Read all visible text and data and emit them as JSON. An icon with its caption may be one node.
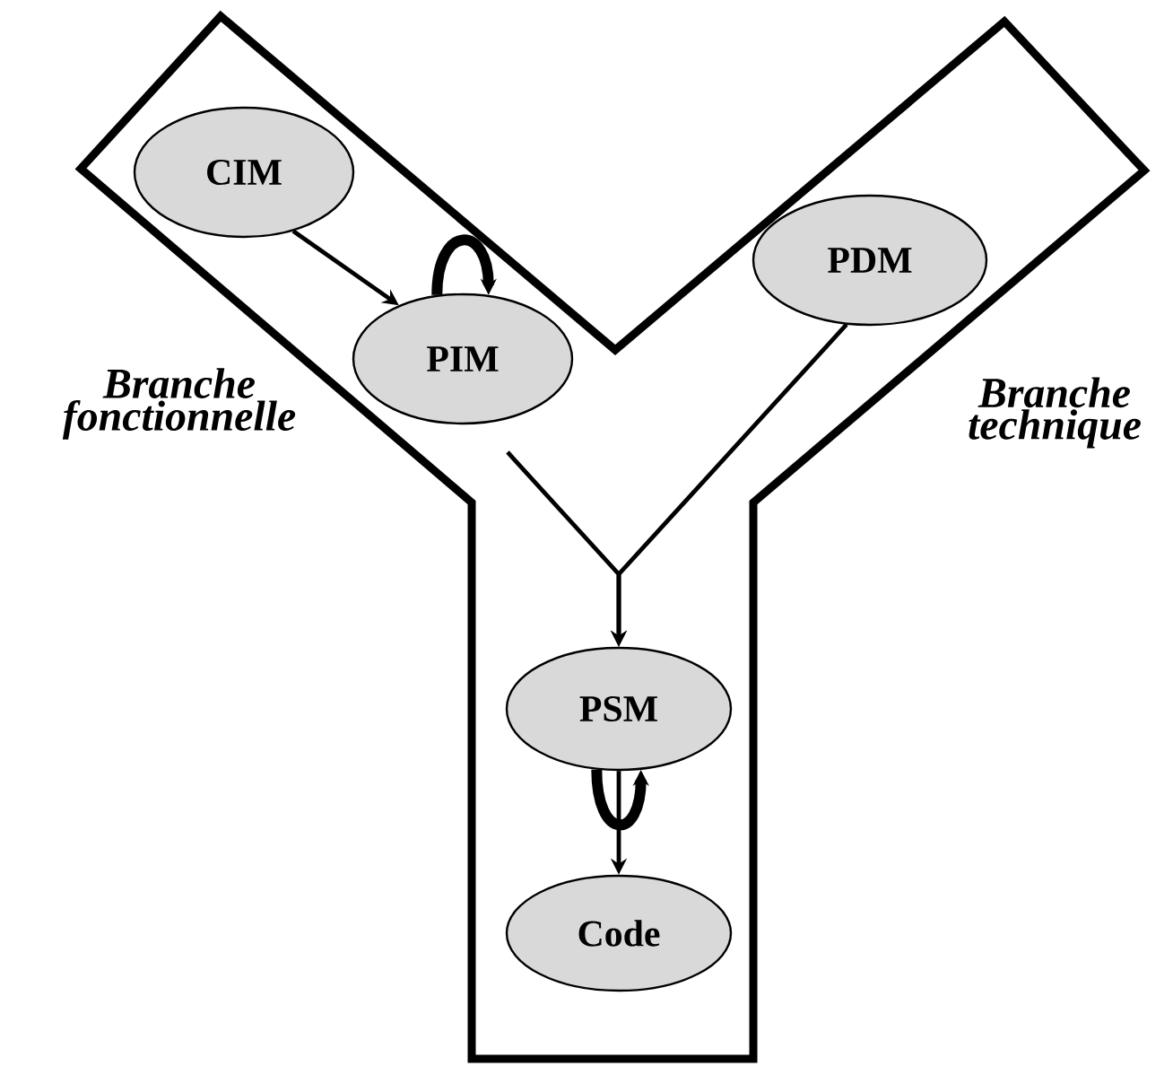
{
  "diagram": {
    "nodes": [
      {
        "text": [
          "CIM"
        ]
      },
      {
        "text": [
          "PIM"
        ]
      },
      {
        "text": [
          "PDM"
        ]
      },
      {
        "text": [
          "PSM"
        ]
      },
      {
        "text": [
          "Code"
        ]
      }
    ],
    "edges": [
      {
        "from": 0,
        "to": 1,
        "arrow": "to"
      },
      {
        "from": 1,
        "to": 1,
        "arrow": "to",
        "style": "thick"
      },
      {
        "from": 1,
        "to": 3,
        "arrow": "to"
      },
      {
        "from": 2,
        "to": 3,
        "arrow": "to"
      },
      {
        "from": 3,
        "to": 3,
        "arrow": "to",
        "style": "thick"
      },
      {
        "from": 3,
        "to": 4,
        "arrow": "to"
      }
    ],
    "labels": [
      "Branche fonctionnelle",
      "Branche technique"
    ]
  }
}
